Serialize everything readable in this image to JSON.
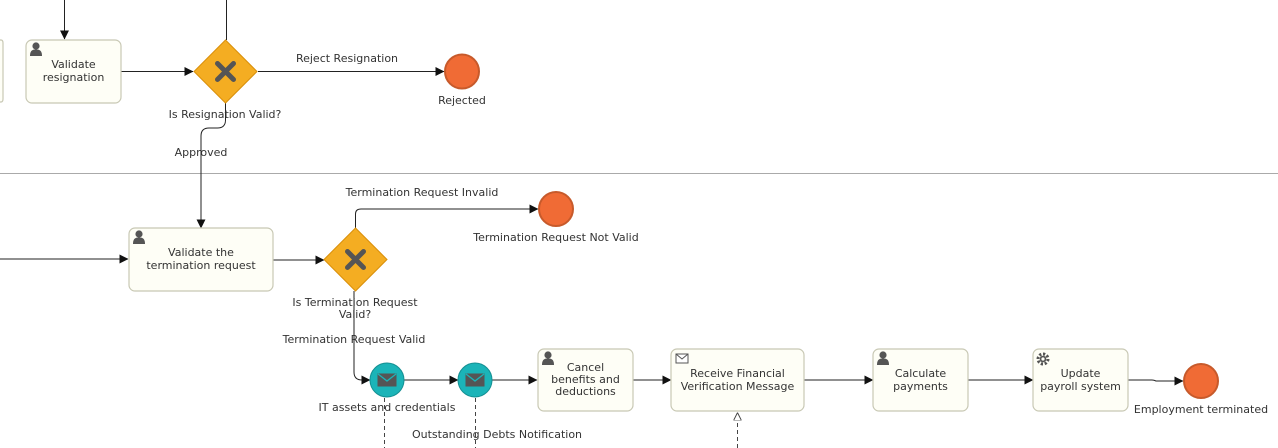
{
  "colors": {
    "task_fill": "#fefef6",
    "gateway_fill": "#f4ad22",
    "end_event_fill": "#f06b35",
    "message_event_fill": "#1bb4b8",
    "lane_divider": "#aaaaaa"
  },
  "tasks": {
    "validate_resignation": [
      "Validate",
      "resignation"
    ],
    "validate_termination": [
      "Validate the",
      "termination request"
    ],
    "cancel_benefits": [
      "Cancel",
      "benefits and",
      "deductions"
    ],
    "receive_financial": [
      "Receive Financial",
      "Verification Message"
    ],
    "calculate_payments": [
      "Calculate",
      "payments"
    ],
    "update_payroll": [
      "Update",
      "payroll system"
    ]
  },
  "gateways": {
    "resignation_valid": [
      "Is Resignation Valid?"
    ],
    "termination_valid": [
      "Is Termination Request",
      "Valid?"
    ]
  },
  "events": {
    "rejected": "Rejected",
    "termination_not_valid": "Termination Request Not Valid",
    "employment_terminated": "Employment  terminated",
    "it_assets": "IT assets and credentials",
    "outstanding_debts": "Outstanding Debts Notification"
  },
  "flows": {
    "reject_resignation": "Reject Resignation",
    "approved": "Approved",
    "termination_invalid": "Termination Request Invalid",
    "termination_valid": "Termination Request Valid"
  },
  "icons": {
    "user_task": "user-icon",
    "message_task": "envelope-icon",
    "service_task": "gear-icon",
    "gateway": "x-icon"
  }
}
